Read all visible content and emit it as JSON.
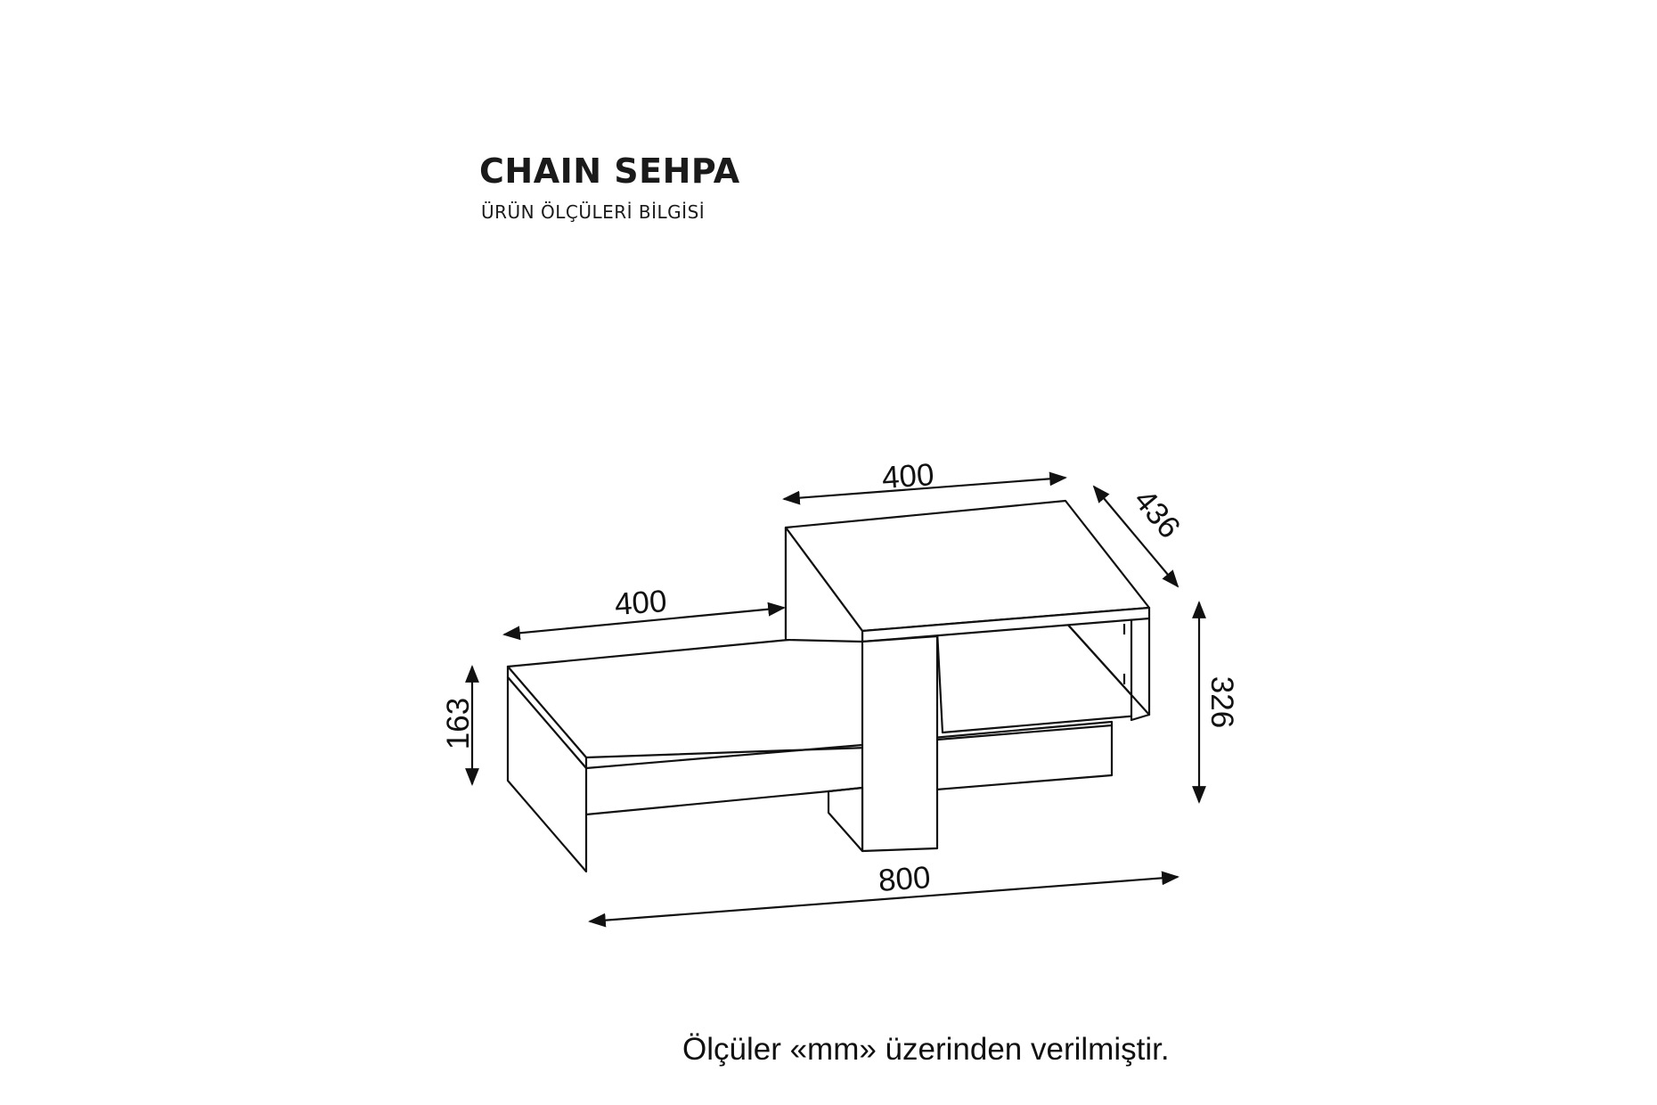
{
  "title": "CHAIN SEHPA",
  "subtitle": "ÜRÜN ÖLÇÜLERİ BİLGİSİ",
  "footnote": "Ölçüler «mm» üzerinden verilmiştir.",
  "dimensions": {
    "upper_width": "400",
    "upper_depth": "436",
    "upper_height": "326",
    "lower_width": "400",
    "lower_height": "163",
    "total_width": "800"
  },
  "colors": {
    "line": "#111111",
    "background": "#ffffff"
  }
}
